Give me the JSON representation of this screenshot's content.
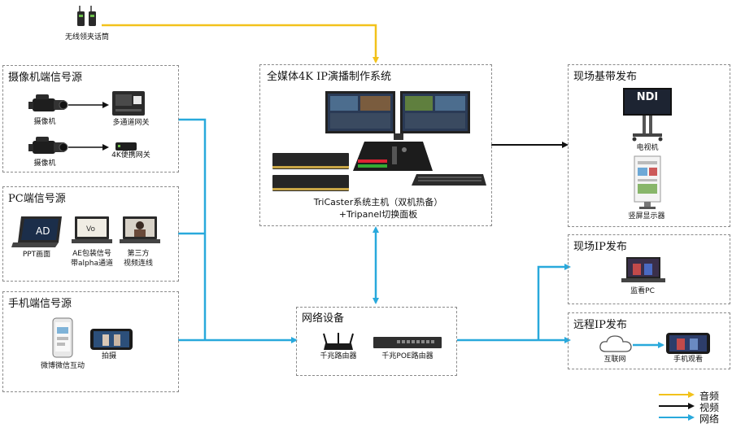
{
  "mic": {
    "label": "无线领夹话筒"
  },
  "camera_source": {
    "title": "摄像机端信号源",
    "camera1": "摄像机",
    "camera2": "摄像机",
    "gateway1": "多通道网关",
    "gateway2": "4K便携网关"
  },
  "pc_source": {
    "title": "PC端信号源",
    "item1": "PPT画面",
    "item2_line1": "AE包装信号",
    "item2_line2": "带alpha通道",
    "item3_line1": "第三方",
    "item3_line2": "视频连线"
  },
  "phone_source": {
    "title": "手机端信号源",
    "item1": "微博微信互动",
    "item2": "拍摄"
  },
  "production": {
    "title": "全媒体4K IP演播制作系统",
    "caption_line1": "TriCaster系统主机（双机热备）",
    "caption_line2": "+Tripanel切换面板"
  },
  "network": {
    "title": "网络设备",
    "router": "千兆路由器",
    "poe": "千兆POE路由器"
  },
  "baseband": {
    "title": "现场基带发布",
    "tv": "电视机",
    "tv_screen_text": "NDI",
    "vertical": "竖屏显示器"
  },
  "live_ip": {
    "title": "现场IP发布",
    "monitor": "监看PC"
  },
  "remote_ip": {
    "title": "远程IP发布",
    "internet": "互联网",
    "phone": "手机观看"
  },
  "legend": {
    "items": [
      {
        "label": "音频",
        "color": "#f2c21b"
      },
      {
        "label": "视频",
        "color": "#111111"
      },
      {
        "label": "网络",
        "color": "#29a9dc"
      }
    ]
  },
  "colors": {
    "audio": "#f2c21b",
    "video": "#111111",
    "network": "#29a9dc",
    "border": "#8a8a8a"
  }
}
